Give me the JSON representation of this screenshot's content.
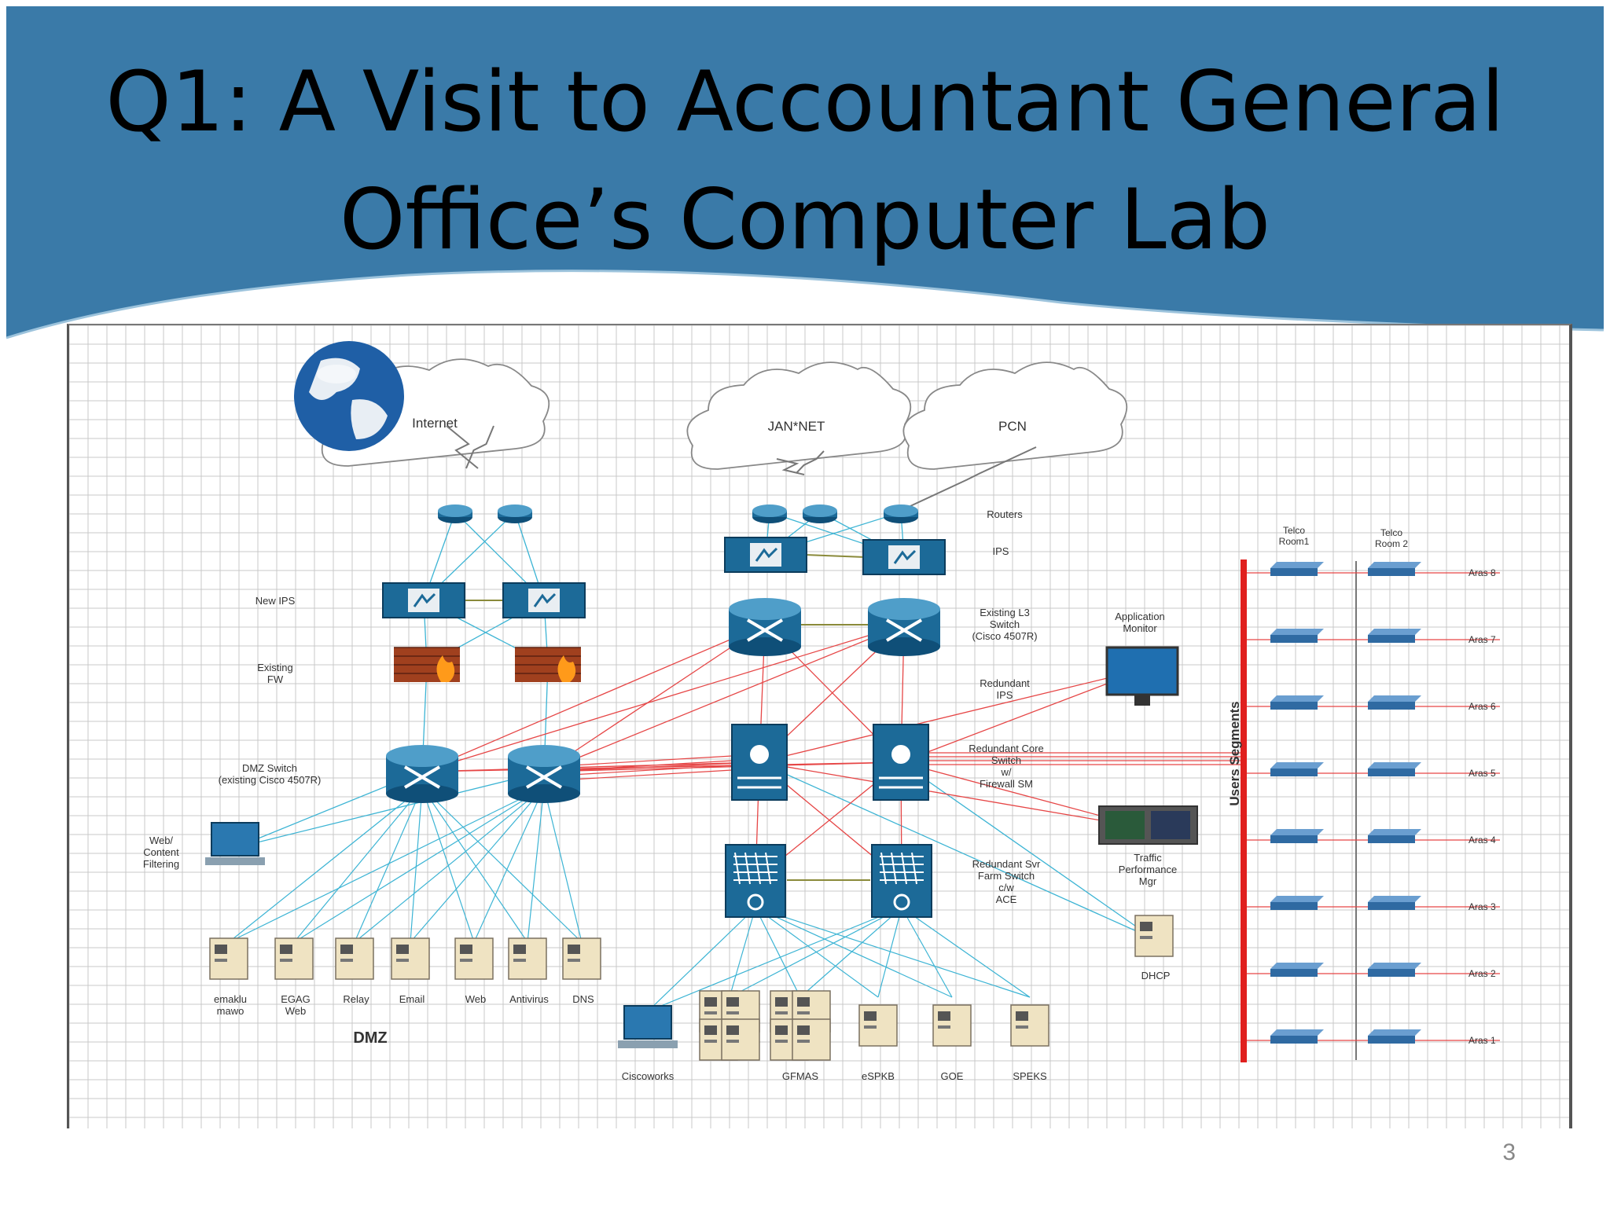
{
  "slide": {
    "title_line1": "Q1: A Visit to Accountant General",
    "title_line2": "Office’s Computer Lab",
    "page_number": "3",
    "colors": {
      "header": "#3a7aa8",
      "grid": "#c9c9c9",
      "cyan_link": "#3cb4d4",
      "red_link": "#e64646",
      "device_blue": "#1c6a98",
      "user_bus": "#e0201e"
    }
  },
  "diagram": {
    "clouds": {
      "internet": "Internet",
      "jannet": "JAN*NET",
      "pcn": "PCN"
    },
    "right_labels": {
      "routers": "Routers",
      "ips": "IPS",
      "existing_l3": [
        "Existing L3",
        "Switch",
        "(Cisco 4507R)"
      ],
      "redundant_ips": [
        "Redundant",
        "IPS"
      ],
      "core_switch": [
        "Redundant Core",
        "Switch",
        "w/",
        "Firewall SM"
      ],
      "server_farm": [
        "Redundant Svr",
        "Farm Switch",
        "c/w",
        "ACE"
      ]
    },
    "left_labels": {
      "new_ips": "New IPS",
      "existing_fw": [
        "Existing",
        "FW"
      ],
      "dmz_switch": [
        "DMZ Switch",
        "(existing Cisco 4507R)"
      ],
      "web_filter": [
        "Web/",
        "Content",
        "Filtering"
      ],
      "dmz": "DMZ"
    },
    "dmz_servers": [
      [
        "emaklu",
        "mawo"
      ],
      [
        "EGAG",
        "Web"
      ],
      [
        "Relay"
      ],
      [
        "Email"
      ],
      [
        "Web"
      ],
      [
        "Antivirus"
      ],
      [
        "DNS"
      ]
    ],
    "farm_servers": [
      "Ciscoworks",
      "GFMAS",
      "eSPKB",
      "GOE",
      "SPEKS"
    ],
    "monitors": {
      "app_monitor": [
        "Application",
        "Monitor"
      ],
      "traffic": [
        "Traffic",
        "Performance",
        "Mgr"
      ],
      "dhcp": "DHCP"
    },
    "users": {
      "segment_label": "Users Segments",
      "telco1": [
        "Telco",
        "Room1"
      ],
      "telco2": [
        "Telco",
        "Room 2"
      ],
      "areas": [
        "Aras 8",
        "Aras 7",
        "Aras 6",
        "Aras 5",
        "Aras 4",
        "Aras 3",
        "Aras 2",
        "Aras 1"
      ]
    }
  }
}
